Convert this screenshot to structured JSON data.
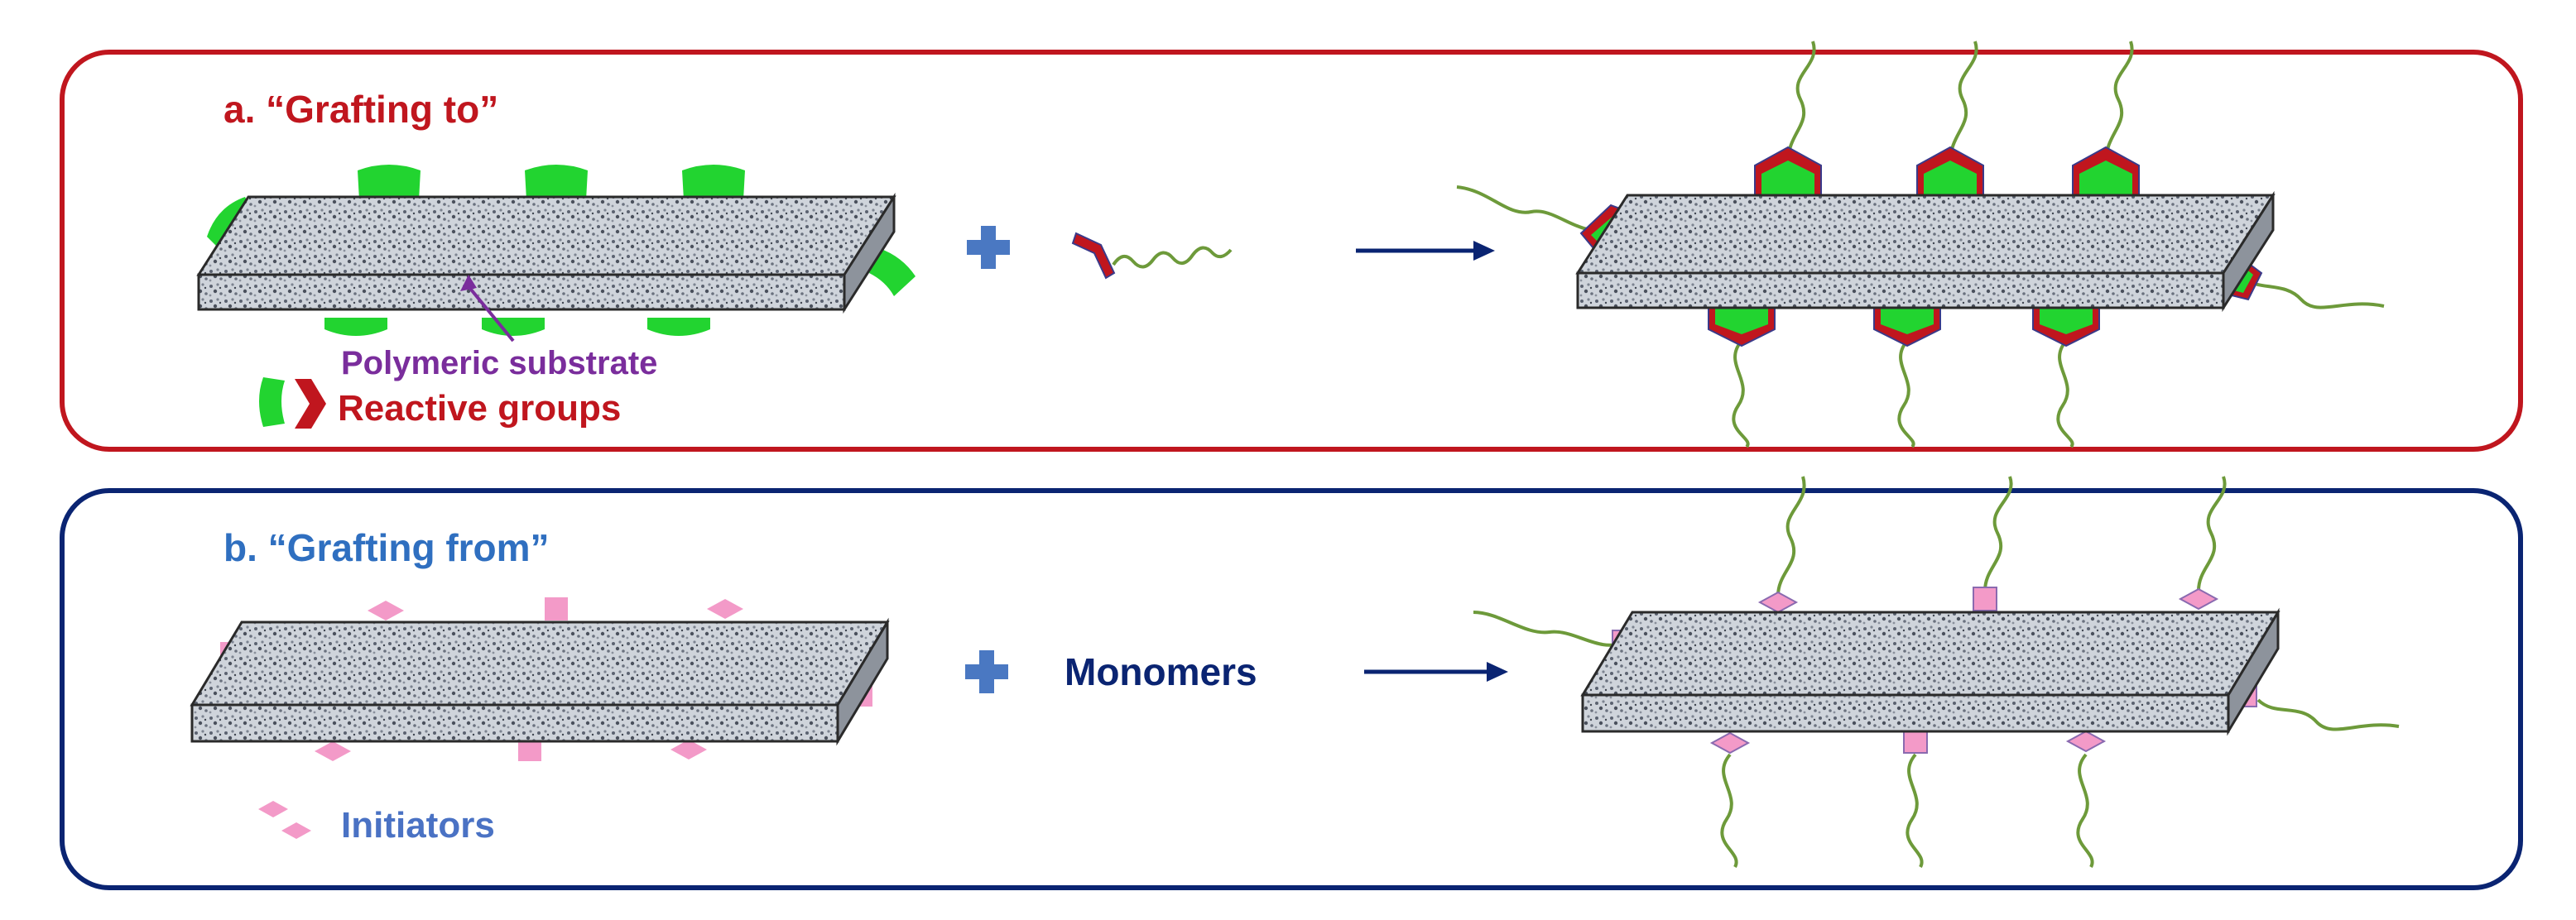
{
  "panels": {
    "a": {
      "title": "a. “Grafting to”",
      "substrate_label": "Polymeric substrate",
      "legend_label": "Reactive groups"
    },
    "b": {
      "title": "b. “Grafting from”",
      "reagent_label": "Monomers",
      "legend_label": "Initiators"
    }
  },
  "colors": {
    "panel_a_border": "#c0161e",
    "panel_b_border": "#0a2472",
    "title_a": "#c0161e",
    "title_b": "#2f6fc0",
    "substrate_label": "#7a2d9c",
    "reactive_label": "#c0161e",
    "initiators_label": "#4a72c4",
    "monomers_label": "#0a2472",
    "plus": "#4a78c2",
    "arrow": "#0a2472",
    "reactive_green": "#22d430",
    "reactive_red": "#c0161e",
    "initiator_pink": "#f39ac8",
    "chain_green": "#6d9a3a",
    "slab_fill": "#c9ced6",
    "slab_edge": "#2a2a2a"
  }
}
